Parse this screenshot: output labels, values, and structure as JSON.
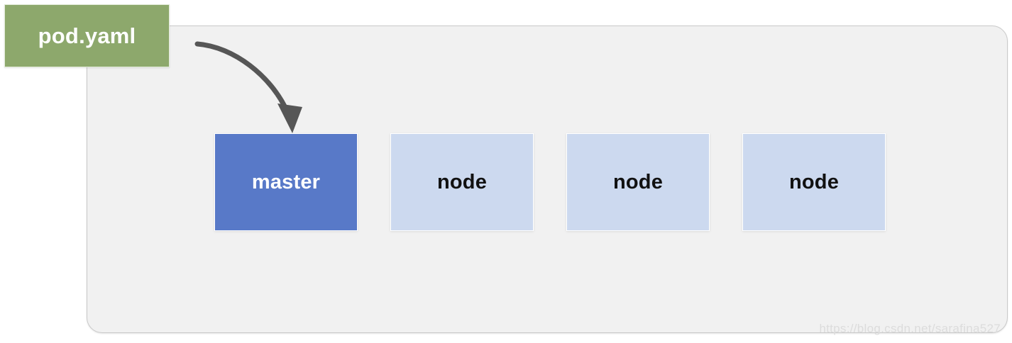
{
  "diagram": {
    "source_label": {
      "text": "pod.yaml",
      "color": "#8da86c",
      "text_color": "#ffffff"
    },
    "container": {
      "background": "#f1f1f1",
      "border_color": "#c9c9c9"
    },
    "arrow": {
      "name": "curved-arrow",
      "color": "#565656",
      "from": "pod.yaml",
      "to": "master"
    },
    "boxes": [
      {
        "label": "master",
        "role": "master",
        "color": "#5879c8",
        "text_color": "#ffffff"
      },
      {
        "label": "node",
        "role": "node",
        "color": "#ccd9ef",
        "text_color": "#111111"
      },
      {
        "label": "node",
        "role": "node",
        "color": "#ccd9ef",
        "text_color": "#111111"
      },
      {
        "label": "node",
        "role": "node",
        "color": "#ccd9ef",
        "text_color": "#111111"
      }
    ],
    "watermark": "https://blog.csdn.net/sarafina527"
  }
}
